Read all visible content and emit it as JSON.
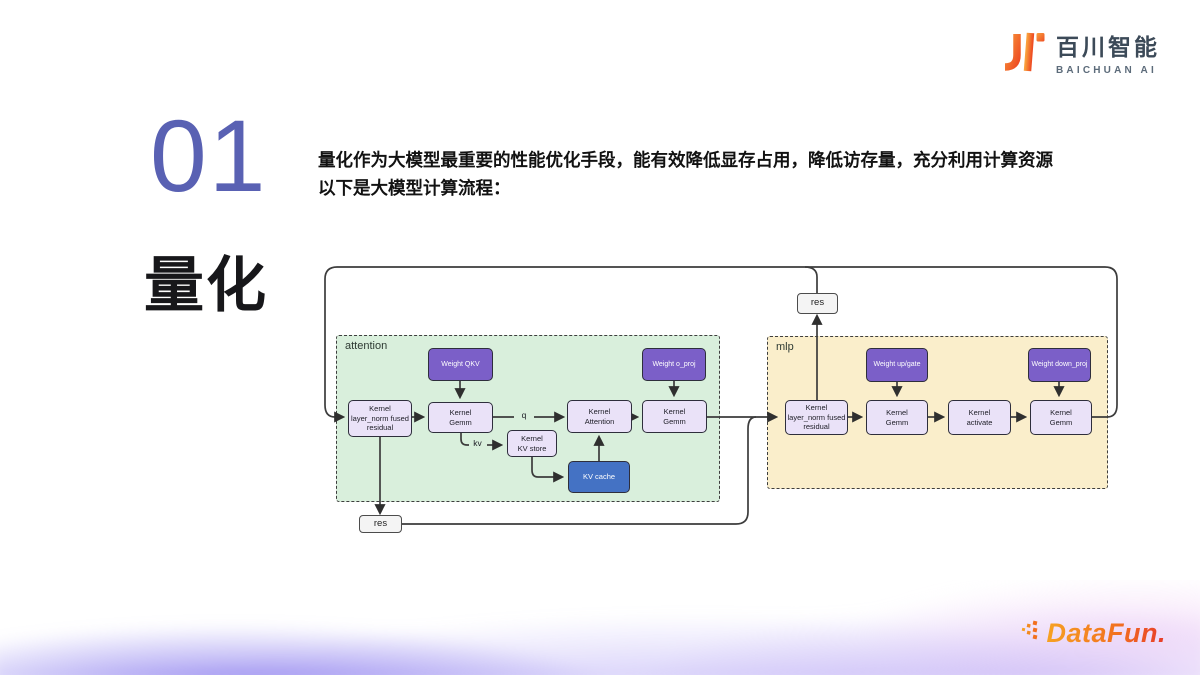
{
  "brand": {
    "name_cn": "百川智能",
    "name_en": "BAICHUAN AI"
  },
  "section": {
    "number": "01",
    "title": "量化"
  },
  "intro": {
    "line1": "量化作为大模型最重要的性能优化手段，能有效降低显存占用，降低访存量，充分利用计算资源",
    "line2": "以下是大模型计算流程："
  },
  "diagram": {
    "attention": {
      "label": "attention"
    },
    "mlp": {
      "label": "mlp"
    },
    "nodes": {
      "weight_qkv": [
        "Weight QKV"
      ],
      "weight_o_proj": [
        "Weight o_proj"
      ],
      "attn_layer_norm": [
        "Kernel",
        "layer_norm fused",
        "residual"
      ],
      "attn_gemm_qkv": [
        "Kernel",
        "Gemm"
      ],
      "attn_attention": [
        "Kernel",
        "Attention"
      ],
      "attn_gemm_o": [
        "Kernel",
        "Gemm"
      ],
      "kv_store": [
        "Kernel",
        "KV store"
      ],
      "kv_cache": [
        "KV cache"
      ],
      "weight_up_gate": [
        "Weight up/gate"
      ],
      "weight_down_proj": [
        "Weight down_proj"
      ],
      "mlp_layer_norm": [
        "Kernel",
        "layer_norm fused",
        "residual"
      ],
      "mlp_gemm_up": [
        "Kernel",
        "Gemm"
      ],
      "mlp_activate": [
        "Kernel",
        "activate"
      ],
      "mlp_gemm_down": [
        "Kernel",
        "Gemm"
      ],
      "res_top": "res",
      "res_bottom": "res"
    },
    "edge_labels": {
      "q": "q",
      "kv": "kv"
    }
  },
  "footer": {
    "logo_text": "DataFun."
  },
  "colors": {
    "section_number": "#5961b3",
    "attention_bg": "#d9efdc",
    "mlp_bg": "#faeecb",
    "weight_box": "#7b5fc8",
    "kernel_box": "#eae2f8",
    "kv_cache_box": "#4472c4",
    "brand_orange": "#f2701f",
    "wave_purple": "#7160ea"
  }
}
